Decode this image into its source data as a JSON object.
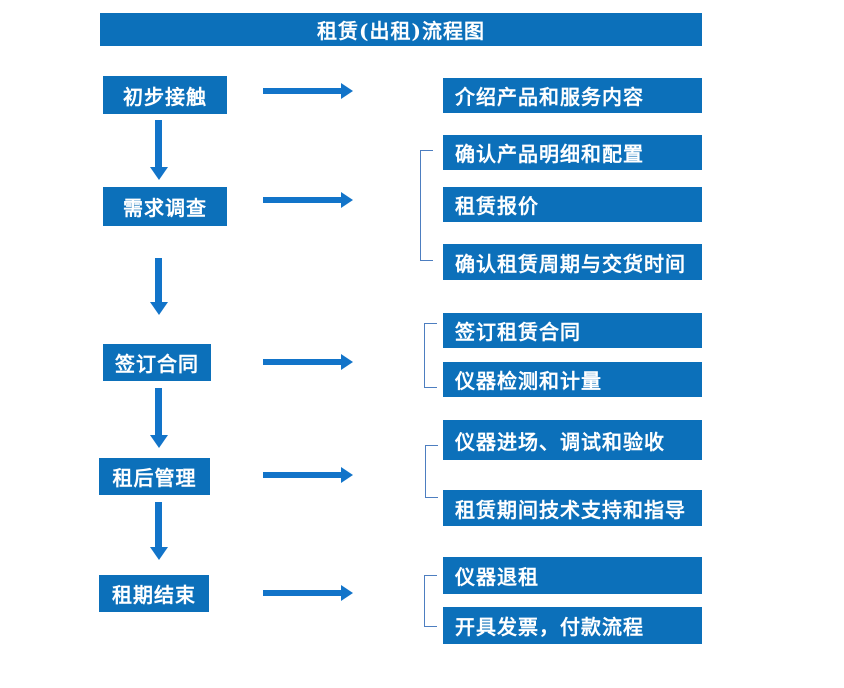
{
  "title": "租赁(出租)流程图",
  "colors": {
    "box_blue": "#0C70BA",
    "arrow_blue": "#1274C9",
    "bracket_blue": "#4D7EC0",
    "text_white": "#FFFFFF"
  },
  "flow": {
    "steps": [
      {
        "label": "初步接触",
        "outputs": [
          "介绍产品和服务内容"
        ]
      },
      {
        "label": "需求调查",
        "outputs": [
          "确认产品明细和配置",
          "租赁报价",
          "确认租赁周期与交货时间"
        ]
      },
      {
        "label": "签订合同",
        "outputs": [
          "签订租赁合同",
          "仪器检测和计量"
        ]
      },
      {
        "label": "租后管理",
        "outputs": [
          "仪器进场、调试和验收",
          "租赁期间技术支持和指导"
        ]
      },
      {
        "label": "租期结束",
        "outputs": [
          "仪器退租",
          "开具发票，付款流程"
        ]
      }
    ]
  }
}
